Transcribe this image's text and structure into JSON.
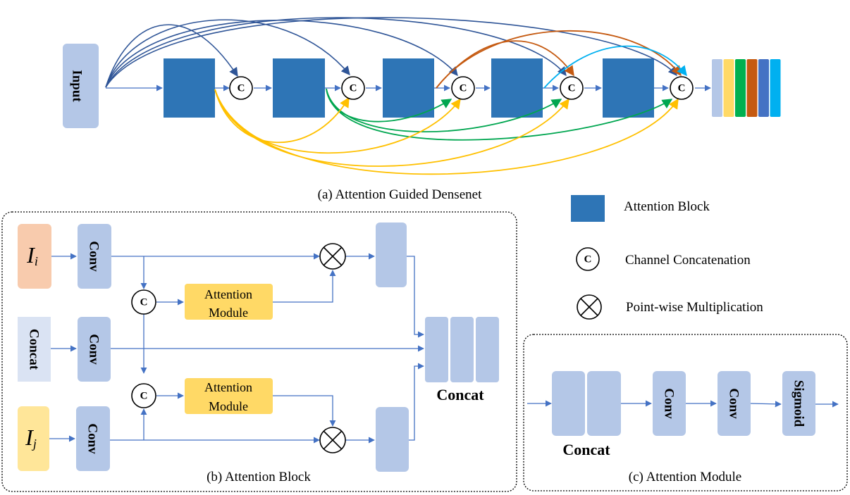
{
  "panel_a": {
    "input_label": "Input",
    "concat_symbol": "C",
    "caption": "(a) Attention Guided Densenet",
    "output_stack_colors": [
      "#b4c7e7",
      "#ffd966",
      "#00b050",
      "#c55a11",
      "#4472c4",
      "#00b0f0"
    ]
  },
  "legend": {
    "attention_block": "Attention Block",
    "channel_concat": "Channel Concatenation",
    "channel_concat_symbol": "C",
    "pointwise_mult": "Point-wise Multiplication"
  },
  "panel_b": {
    "ii_main": "I",
    "ii_sub": "i",
    "ij_main": "I",
    "ij_sub": "j",
    "concat_input": "Concat",
    "conv1": "Conv",
    "conv2": "Conv",
    "conv3": "Conv",
    "att_module_1_line1": "Attention",
    "att_module_1_line2": "Module",
    "att_module_2_line1": "Attention",
    "att_module_2_line2": "Module",
    "concat_label": "Concat",
    "caption": "(b) Attention Block"
  },
  "panel_c": {
    "concat_label": "Concat",
    "conv1": "Conv",
    "conv2": "Conv",
    "sigmoid": "Sigmoid",
    "caption": "(c) Attention Module"
  },
  "colors": {
    "attention_block": "#2e75b6",
    "light_block": "#b4c7e7",
    "attention_module": "#ffd966",
    "ii_fill": "#f8cbad",
    "ij_fill": "#ffe699",
    "concat_in_fill": "#dae3f3"
  }
}
